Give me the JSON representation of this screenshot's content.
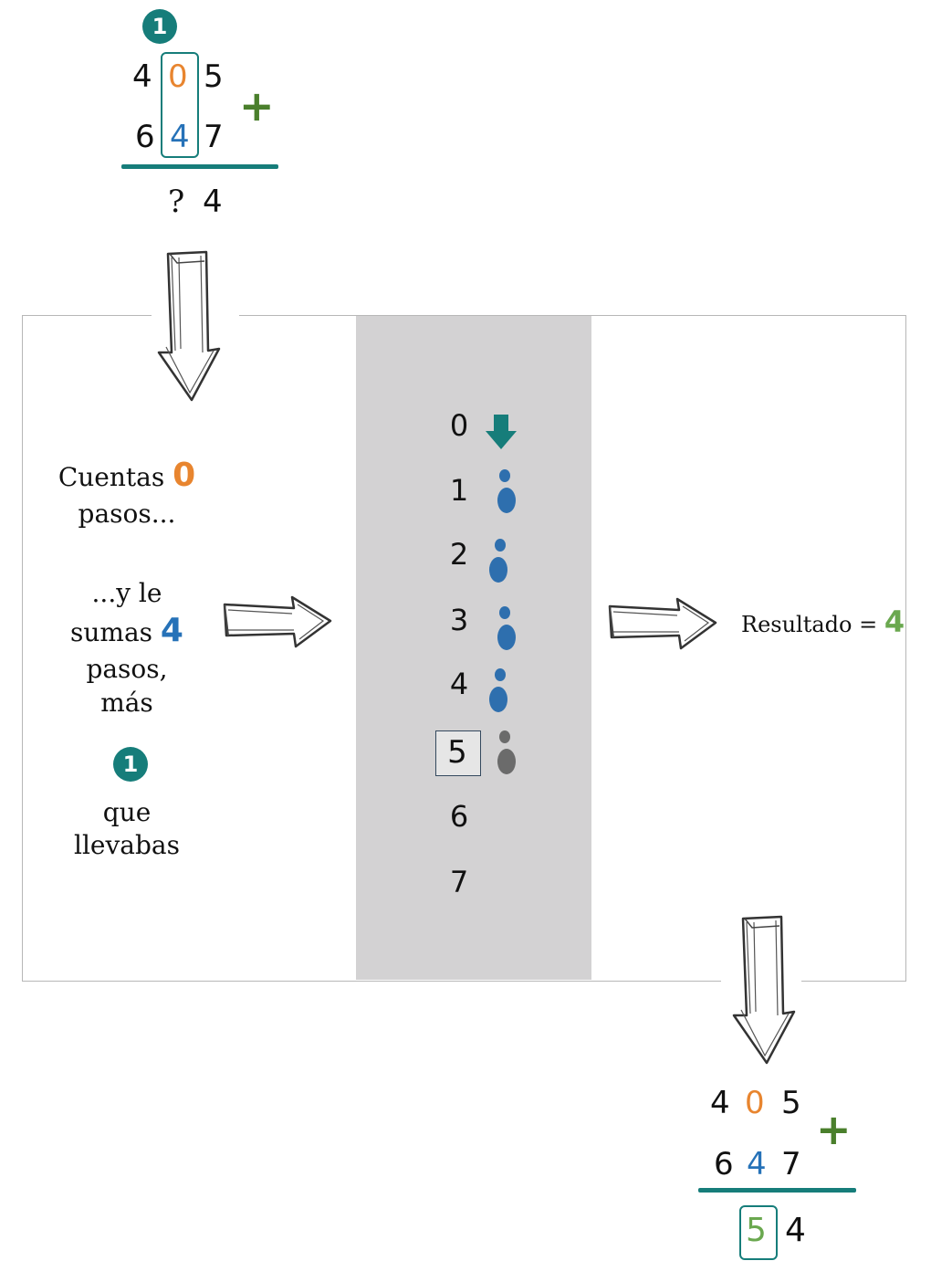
{
  "top_sum": {
    "carry": "1",
    "row1": [
      "4",
      "0",
      "5"
    ],
    "row2": [
      "6",
      "4",
      "7"
    ],
    "plus": "+",
    "result": [
      "?",
      "4"
    ]
  },
  "left_text": {
    "line1_word": "Cuentas",
    "line1_value": "0",
    "line2": "pasos...",
    "line3": "...y le",
    "line4_word": "sumas",
    "line4_value": "4",
    "line5": "pasos,",
    "line6": "más",
    "carry": "1",
    "line7": "que",
    "line8": "llevabas"
  },
  "steps": {
    "numbers": [
      "0",
      "1",
      "2",
      "3",
      "4",
      "5",
      "6",
      "7"
    ],
    "start_marker": "arrow-down-icon",
    "footprints": [
      "footprint-icon",
      "footprint-icon",
      "footprint-icon",
      "footprint-icon",
      "footprint-icon"
    ],
    "highlighted": "5"
  },
  "result_text": {
    "label": "Resultado =",
    "value": "4"
  },
  "bottom_sum": {
    "row1": [
      "4",
      "0",
      "5"
    ],
    "row2": [
      "6",
      "4",
      "7"
    ],
    "plus": "+",
    "result": [
      "5",
      "4"
    ]
  },
  "colors": {
    "teal": "#167d7a",
    "orange": "#e8852f",
    "blue": "#2672b8",
    "green": "#6aa84f",
    "footprint_blue": "#2e6fae",
    "footprint_gray": "#6b6b6b"
  }
}
